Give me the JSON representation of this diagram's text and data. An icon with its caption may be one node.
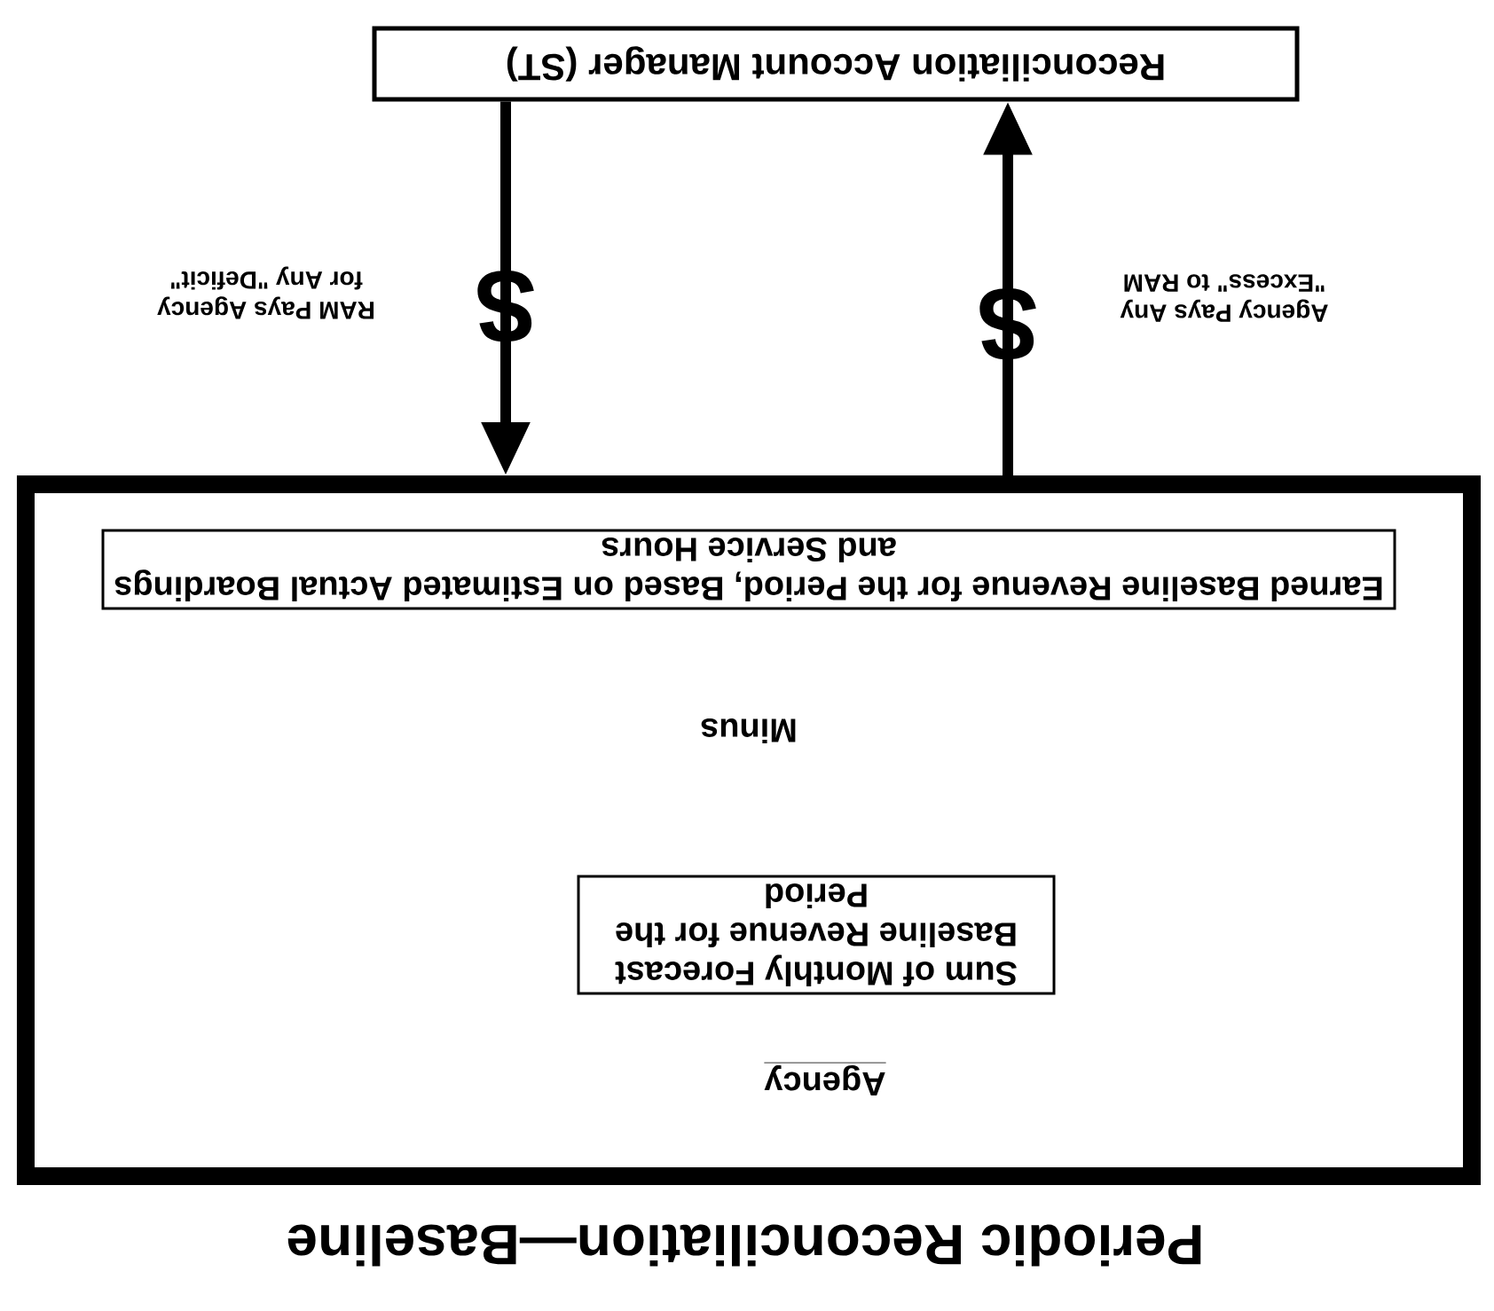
{
  "diagram": {
    "title": "Periodic Reconciliation—Baseline",
    "nodes": [
      {
        "text": [
          "Agency",
          "Minus"
        ]
      },
      {
        "text": [
          "Sum of Monthly Forecast Baseline Revenue for the Period"
        ],
        "in": 0
      },
      {
        "text": [
          "Earned Baseline Revenue for the Period, Based on Estimated Actual Boardings and Service Hours"
        ],
        "in": 0
      },
      {
        "text": [
          "Reconciliation Account Manager (ST)"
        ]
      }
    ],
    "edges": [
      {
        "from": 3,
        "to": 0,
        "arrow": "to",
        "label": "$"
      },
      {
        "from": 0,
        "to": 3,
        "arrow": "to",
        "label": "$"
      }
    ],
    "labels": [
      "RAM Pays Agency for Any \"Deficit\"",
      "Agency Pays Any \"Excess\" to RAM"
    ]
  }
}
